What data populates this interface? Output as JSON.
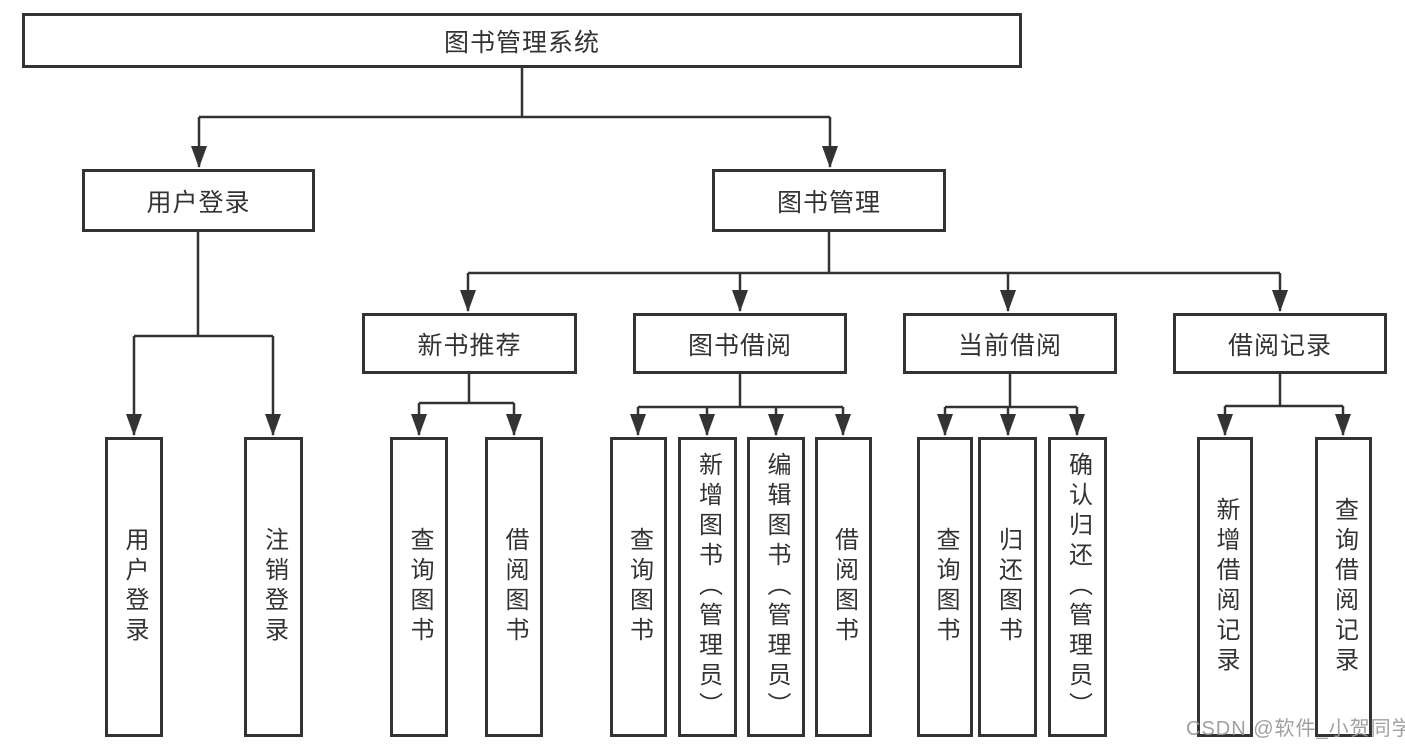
{
  "colors": {
    "line": "#333333",
    "text": "#333333",
    "box_background": "#ffffff",
    "watermark": "#989898"
  },
  "diagram": {
    "root": {
      "label": "图书管理系统"
    },
    "level2": [
      {
        "label": "用户登录"
      },
      {
        "label": "图书管理"
      }
    ],
    "level3": [
      {
        "label": "新书推荐"
      },
      {
        "label": "图书借阅"
      },
      {
        "label": "当前借阅"
      },
      {
        "label": "借阅记录"
      }
    ],
    "leaves": [
      {
        "label": "用户登录"
      },
      {
        "label": "注销登录"
      },
      {
        "label": "查询图书"
      },
      {
        "label": "借阅图书"
      },
      {
        "label": "查询图书"
      },
      {
        "label": "新增图书（管理员）"
      },
      {
        "label": "编辑图书（管理员）"
      },
      {
        "label": "借阅图书"
      },
      {
        "label": "查询图书"
      },
      {
        "label": "归还图书"
      },
      {
        "label": "确认归还（管理员）"
      },
      {
        "label": "新增借阅记录"
      },
      {
        "label": "查询借阅记录"
      }
    ]
  },
  "watermark": {
    "text": "CSDN @软件_小贺同学"
  }
}
